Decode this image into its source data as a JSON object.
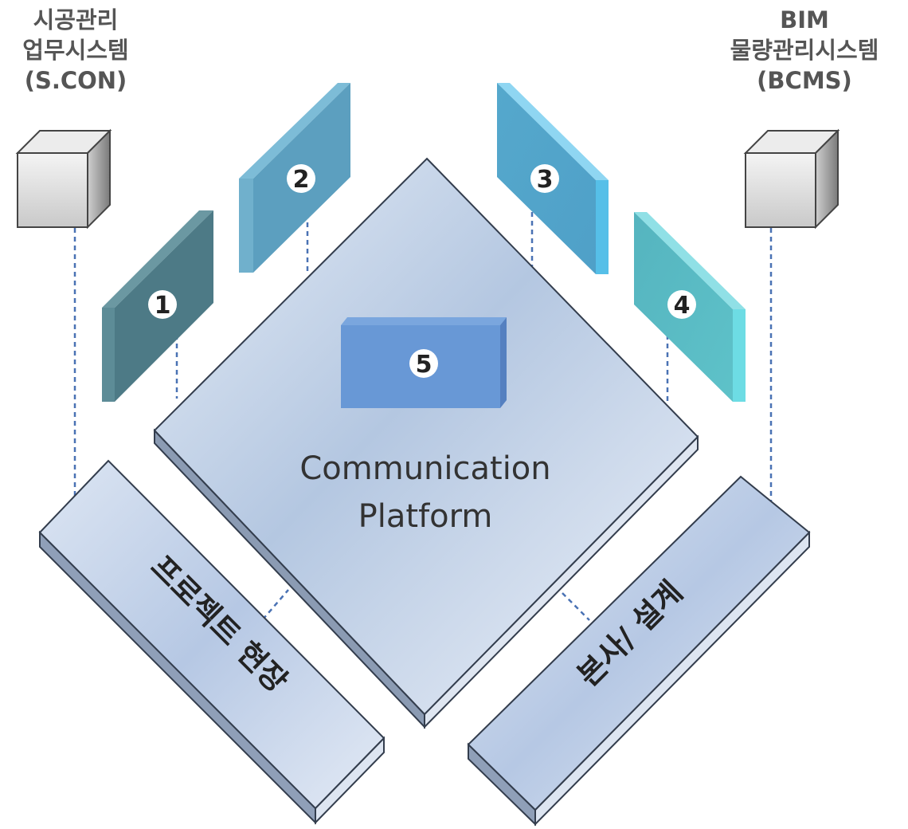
{
  "left_system": {
    "line1": "시공관리",
    "line2": "업무시스템",
    "line3": "(S.CON)"
  },
  "right_system": {
    "line1": "BIM",
    "line2": "물량관리시스템",
    "line3": "(BCMS)"
  },
  "platform": {
    "line1": "Communication",
    "line2": "Platform"
  },
  "bars": {
    "left": "프로젝트 현장",
    "right": "본사/ 설계"
  },
  "markers": [
    "1",
    "2",
    "3",
    "4",
    "5"
  ],
  "colors": {
    "panel1": "#4d7a86",
    "panel2": "#5c9fbf",
    "panel3": "#5fb2d8",
    "panel4": "#5dbfc6",
    "box5": "#6898d6",
    "platform": "#c6d4e8",
    "bar": "#c3d3ea",
    "outline": "#333d4d",
    "connector": "#4a72b4",
    "label": "#555555"
  }
}
